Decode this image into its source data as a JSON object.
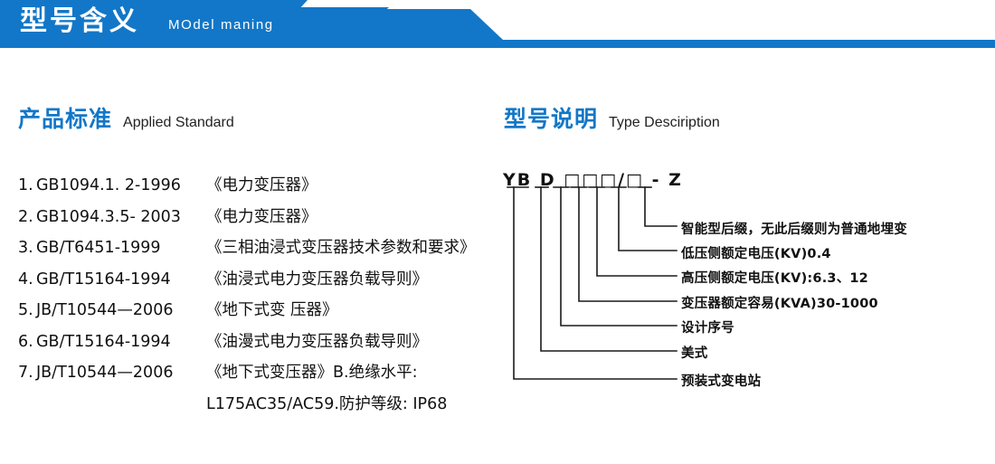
{
  "banner": {
    "title": "型号含义",
    "subtitle": "MOdel maning",
    "bar_color": "#1277c8"
  },
  "sections": {
    "left": {
      "cn": "产品标准",
      "en": "Applied Standard"
    },
    "right": {
      "cn": "型号说明",
      "en": "Type Desciription"
    }
  },
  "standards": [
    {
      "num": "1.",
      "code": "GB1094.1. 2-1996",
      "name": "《电力变压器》"
    },
    {
      "num": "2.",
      "code": "GB1094.3.5- 2003",
      "name": "《电力变压器》"
    },
    {
      "num": "3.",
      "code": "GB/T6451-1999",
      "name": "《三相油浸式变压器技术参数和要求》"
    },
    {
      "num": "4.",
      "code": "GB/T15164-1994",
      "name": "《油浸式电力变压器负载导则》"
    },
    {
      "num": "5.",
      "code": "JB/T10544—2006",
      "name": "《地下式变 压器》"
    },
    {
      "num": "6.",
      "code": "GB/T15164-1994",
      "name": "《油漫式电力变压器负载导则》"
    },
    {
      "num": "7.",
      "code": "JB/T10544—2006",
      "name": "《地下式变压器》B.绝缘水平:"
    },
    {
      "num": "",
      "code": "",
      "name": "L175AC35/AC59.防护等级: IP68"
    }
  ],
  "model_code": {
    "text": "YB D □□□/□ - Z"
  },
  "legend": [
    {
      "label": "智能型后缀，无此后缀则为普通地埋变"
    },
    {
      "label": "低压侧额定电压(KV)0.4"
    },
    {
      "label": "高压侧额定电压(KV):6.3、12"
    },
    {
      "label": "变压器额定容易(KVA)30-1000"
    },
    {
      "label": "设计序号"
    },
    {
      "label": "美式"
    },
    {
      "label": "预装式变电站"
    }
  ]
}
